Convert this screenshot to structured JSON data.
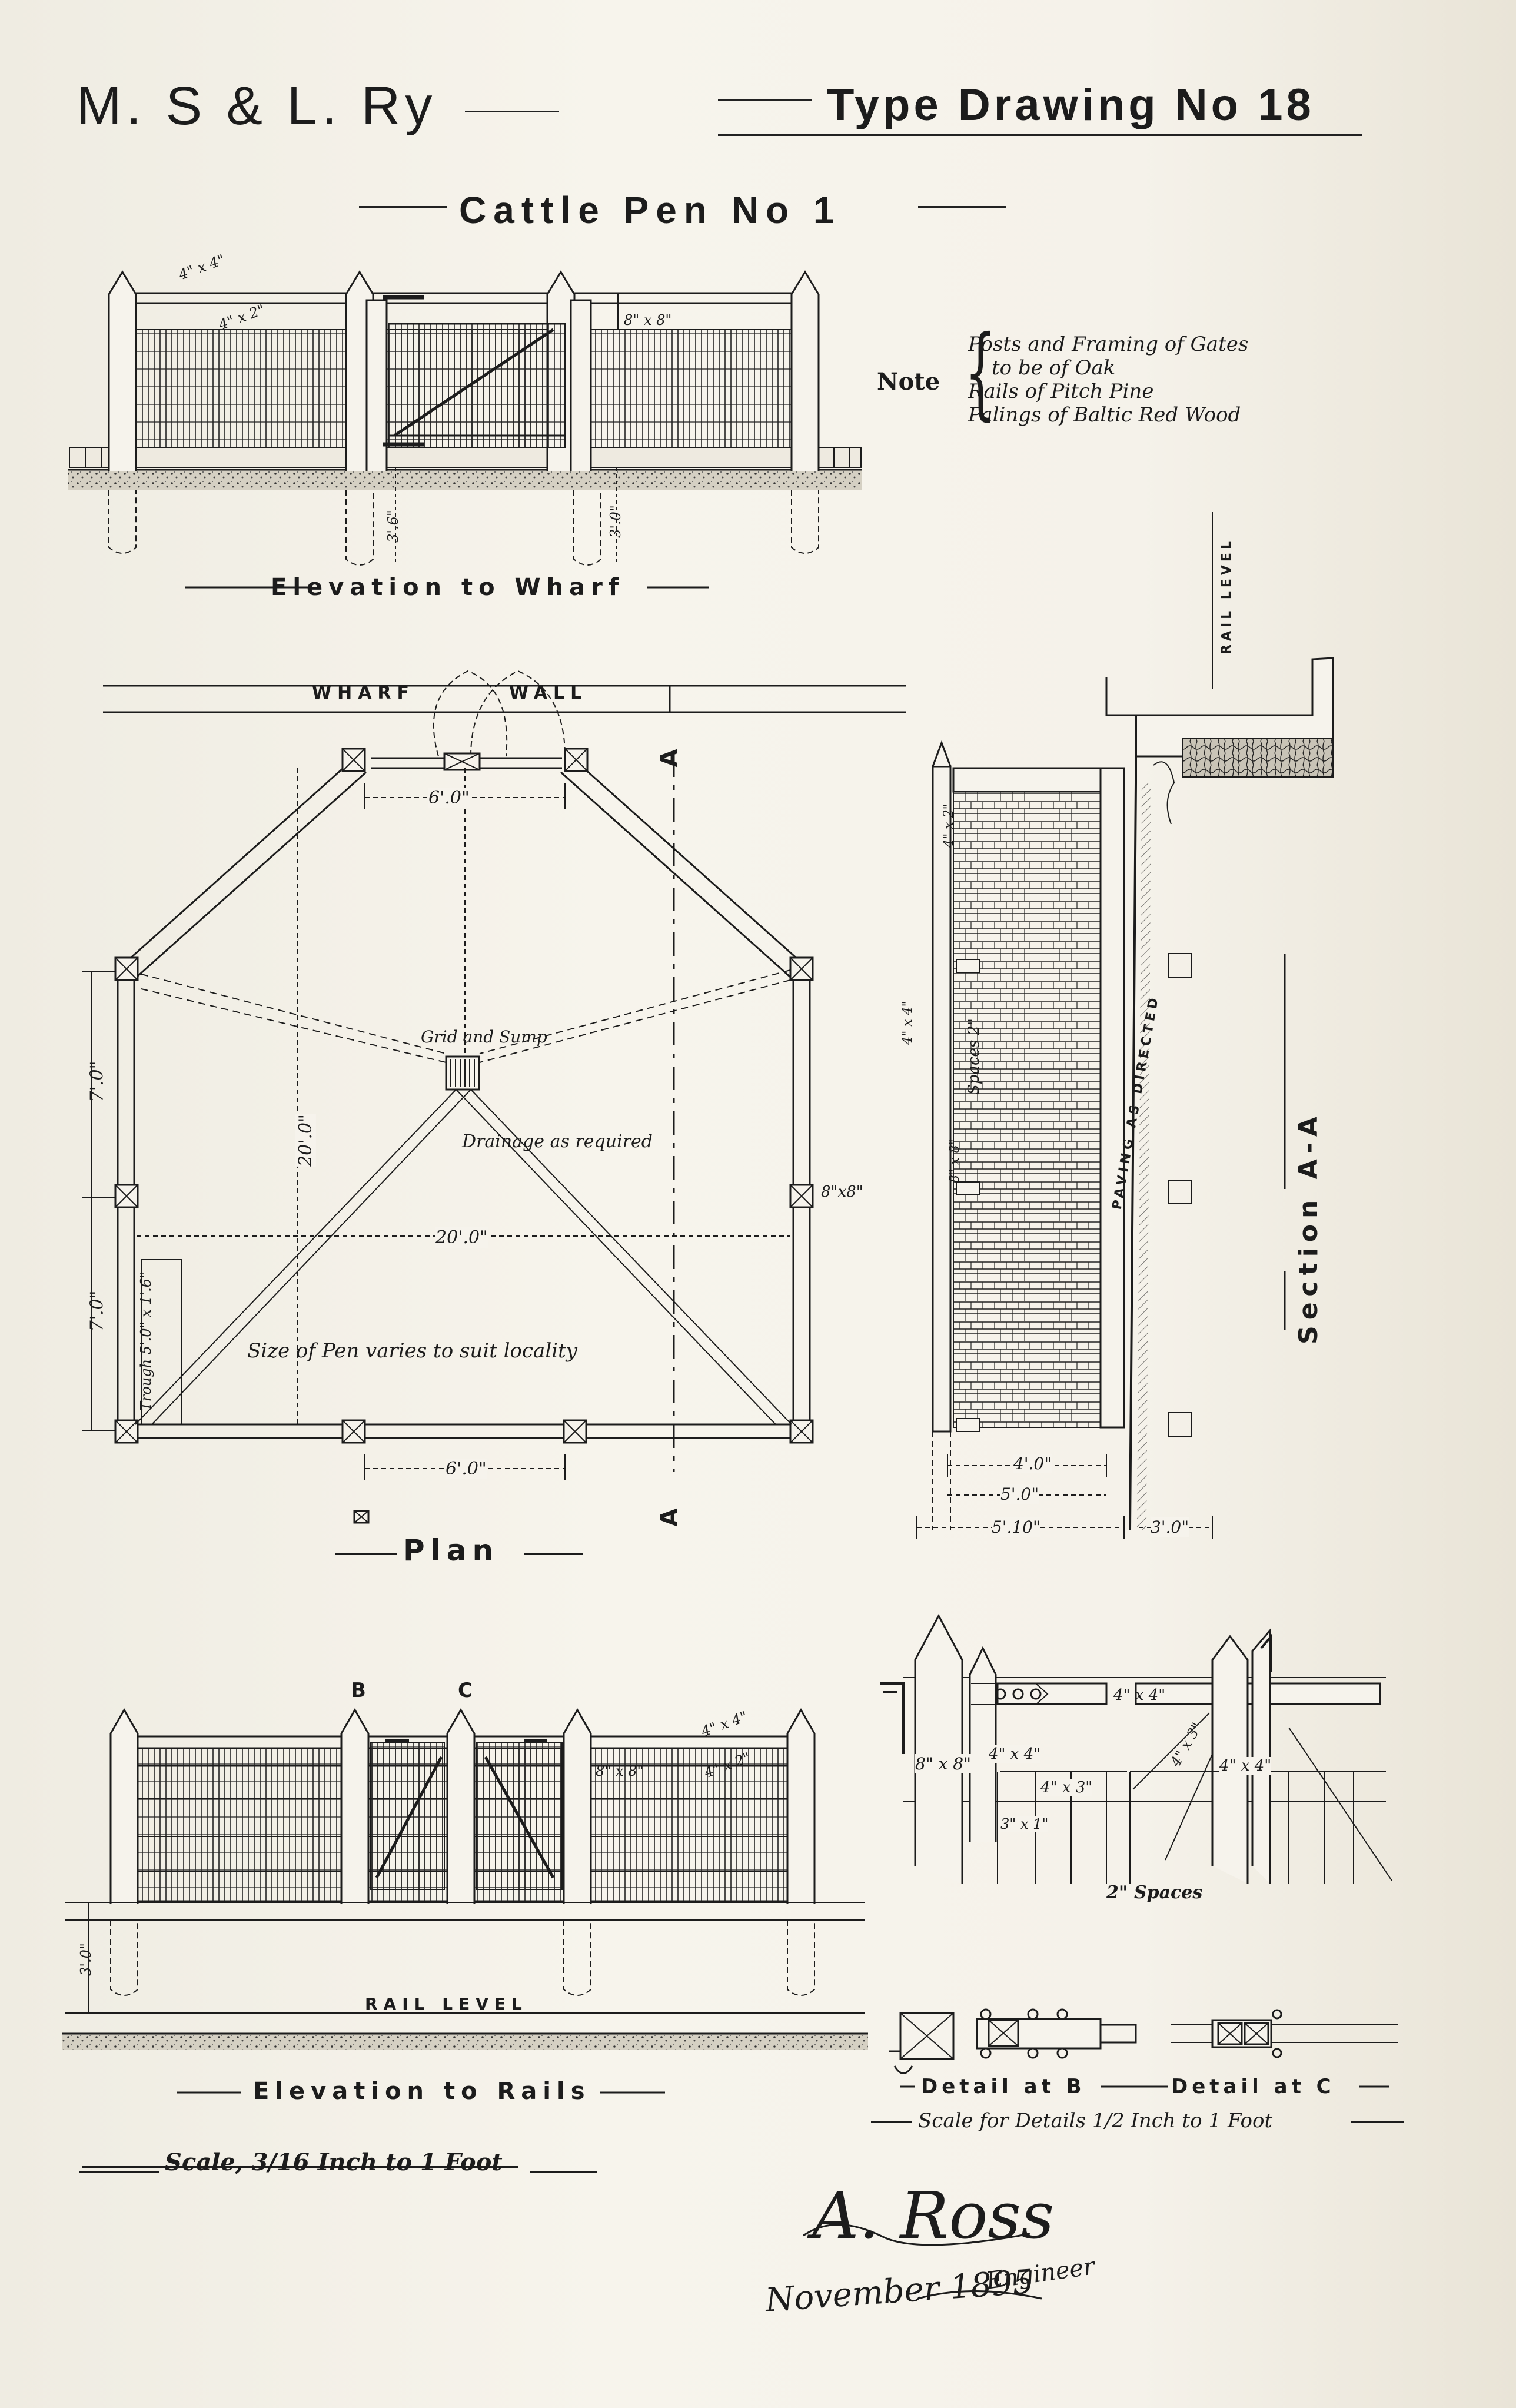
{
  "header": {
    "company": "M. S & L. Ry",
    "drawing_no": "Type Drawing No 18",
    "title": "Cattle Pen No 1"
  },
  "note": {
    "label": "Note",
    "lines": [
      "Posts and Framing of Gates",
      "to be of Oak",
      "Rails of Pitch Pine",
      "Palings of Baltic Red Wood"
    ]
  },
  "elevation_wharf": {
    "caption": "Elevation to Wharf",
    "dims": [
      "4\" x 4\"",
      "4\" x 2\"",
      "8\" x 8\"",
      "3'.6\"",
      "3'.0\""
    ]
  },
  "plan": {
    "caption": "Plan",
    "wharf_label": "WHARF",
    "wall_label": "WALL",
    "section_mark": "A",
    "dims": [
      "6'.0\"",
      "7'.0\"",
      "7'.0\"",
      "20'.0\"",
      "20'.0\"",
      "8\"x8\"",
      "6'.0\""
    ],
    "labels": {
      "grid": "Grid and Sump",
      "drainage": "Drainage as required",
      "size": "Size of Pen varies to suit locality",
      "trough": "Trough 5'.0\" x 1'.6\""
    }
  },
  "section": {
    "caption": "Section A-A",
    "rail_level": "RAIL LEVEL",
    "paving": "PAVING AS DIRECTED",
    "spaces": "Spaces 2\"",
    "dims": [
      "4\" x 2\"",
      "4\" x 4\"",
      "8\" x 8\"",
      "4'.0\"",
      "5'.0\"",
      "5'.10\"",
      "3'.0\""
    ]
  },
  "elevation_rails": {
    "caption": "Elevation to Rails",
    "marks": [
      "B",
      "C"
    ],
    "rail_level": "RAIL LEVEL",
    "dims": [
      "3'.0\"",
      "4\" x 4\"",
      "4\" x 2\"",
      "8\" x 8\""
    ]
  },
  "details": {
    "detail_b": "Detail at B",
    "detail_c": "Detail at C",
    "scale": "Scale for Details 1/2 Inch to 1 Foot",
    "dims": [
      "8\" x 8\"",
      "4\" x 4\"",
      "4\" x 3\"",
      "4\" x 4\"",
      "3\" x 1\"",
      "4\" x 3\"",
      "4\" x 4\"",
      "2\" Spaces"
    ]
  },
  "scale_main": "Scale, 3/16 Inch to 1 Foot",
  "signature": {
    "name": "A. Ross",
    "role": "Engineer",
    "date": "November 1895"
  }
}
